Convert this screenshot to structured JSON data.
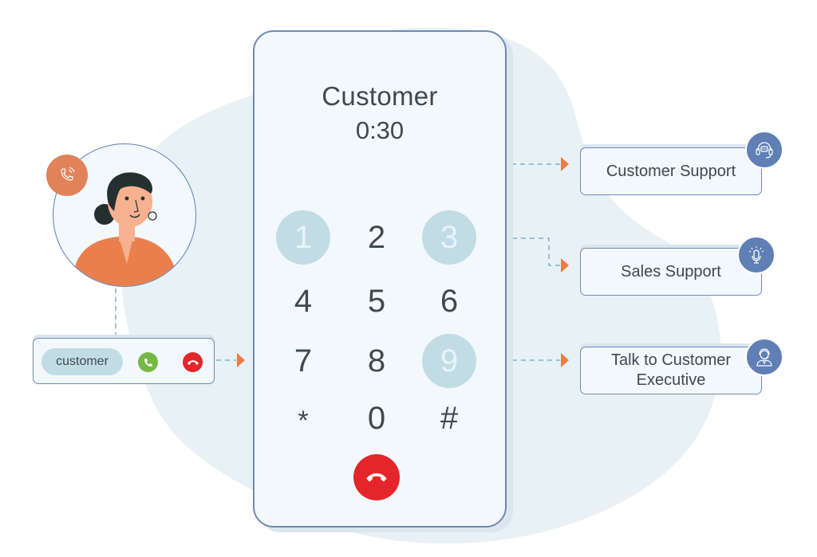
{
  "phone": {
    "caller_name": "Customer",
    "call_timer": "0:30",
    "keypad": [
      {
        "label": "1",
        "active": true
      },
      {
        "label": "2",
        "active": false
      },
      {
        "label": "3",
        "active": true
      },
      {
        "label": "4",
        "active": false
      },
      {
        "label": "5",
        "active": false
      },
      {
        "label": "6",
        "active": false
      },
      {
        "label": "7",
        "active": false
      },
      {
        "label": "8",
        "active": false
      },
      {
        "label": "9",
        "active": true
      },
      {
        "label": "*",
        "active": false
      },
      {
        "label": "0",
        "active": false
      },
      {
        "label": "#",
        "active": false
      }
    ],
    "end_call_icon": "phone-hangup-icon"
  },
  "caller": {
    "avatar": "woman-avatar",
    "ringing_icon": "phone-ringing-icon"
  },
  "incoming_call": {
    "caller_label": "customer",
    "accept_icon": "phone-accept-icon",
    "reject_icon": "phone-hangup-icon"
  },
  "options": [
    {
      "key": "1",
      "label": "Customer Support",
      "icon": "headset-chat-icon"
    },
    {
      "key": "3",
      "label": "Sales Support",
      "icon": "microphone-icon"
    },
    {
      "key": "9",
      "label": "Talk to Customer Executive",
      "icon": "agent-headset-icon"
    }
  ],
  "colors": {
    "accent_orange": "#e0835b",
    "arrow_orange": "#ee7a45",
    "accept_green": "#76b845",
    "hangup_red": "#e4252b",
    "icon_blue": "#5f7fb5",
    "active_key": "#c2dce5",
    "dashed_line": "#6aa6c6",
    "blob_bg": "#e8f1f5"
  }
}
